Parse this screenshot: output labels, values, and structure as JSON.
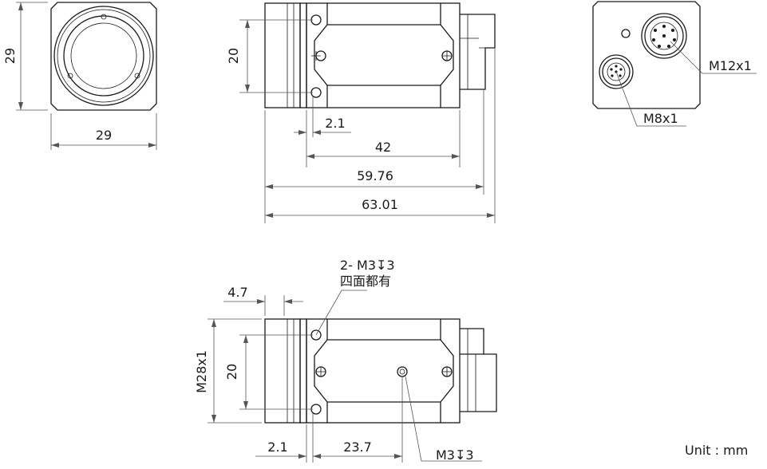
{
  "front_view": {
    "height_label": "29",
    "width_label": "29"
  },
  "side_view": {
    "hole_spacing_label": "20",
    "flange_label": "2.1",
    "body_length_label": "42",
    "length_label": "59.76",
    "total_length_label": "63.01"
  },
  "rear_view": {
    "m12_label": "M12x1",
    "m8_label": "M8x1"
  },
  "bottom_view": {
    "holes_label_1": "2- M3↧3",
    "holes_label_2": "四面都有",
    "lens_width_label": "4.7",
    "thread_label": "M28x1",
    "hole_spacing_label": "20",
    "flange_label": "2.1",
    "offset_label": "23.7",
    "center_hole_label": "M3↧3"
  },
  "unit_label": "Unit : mm"
}
